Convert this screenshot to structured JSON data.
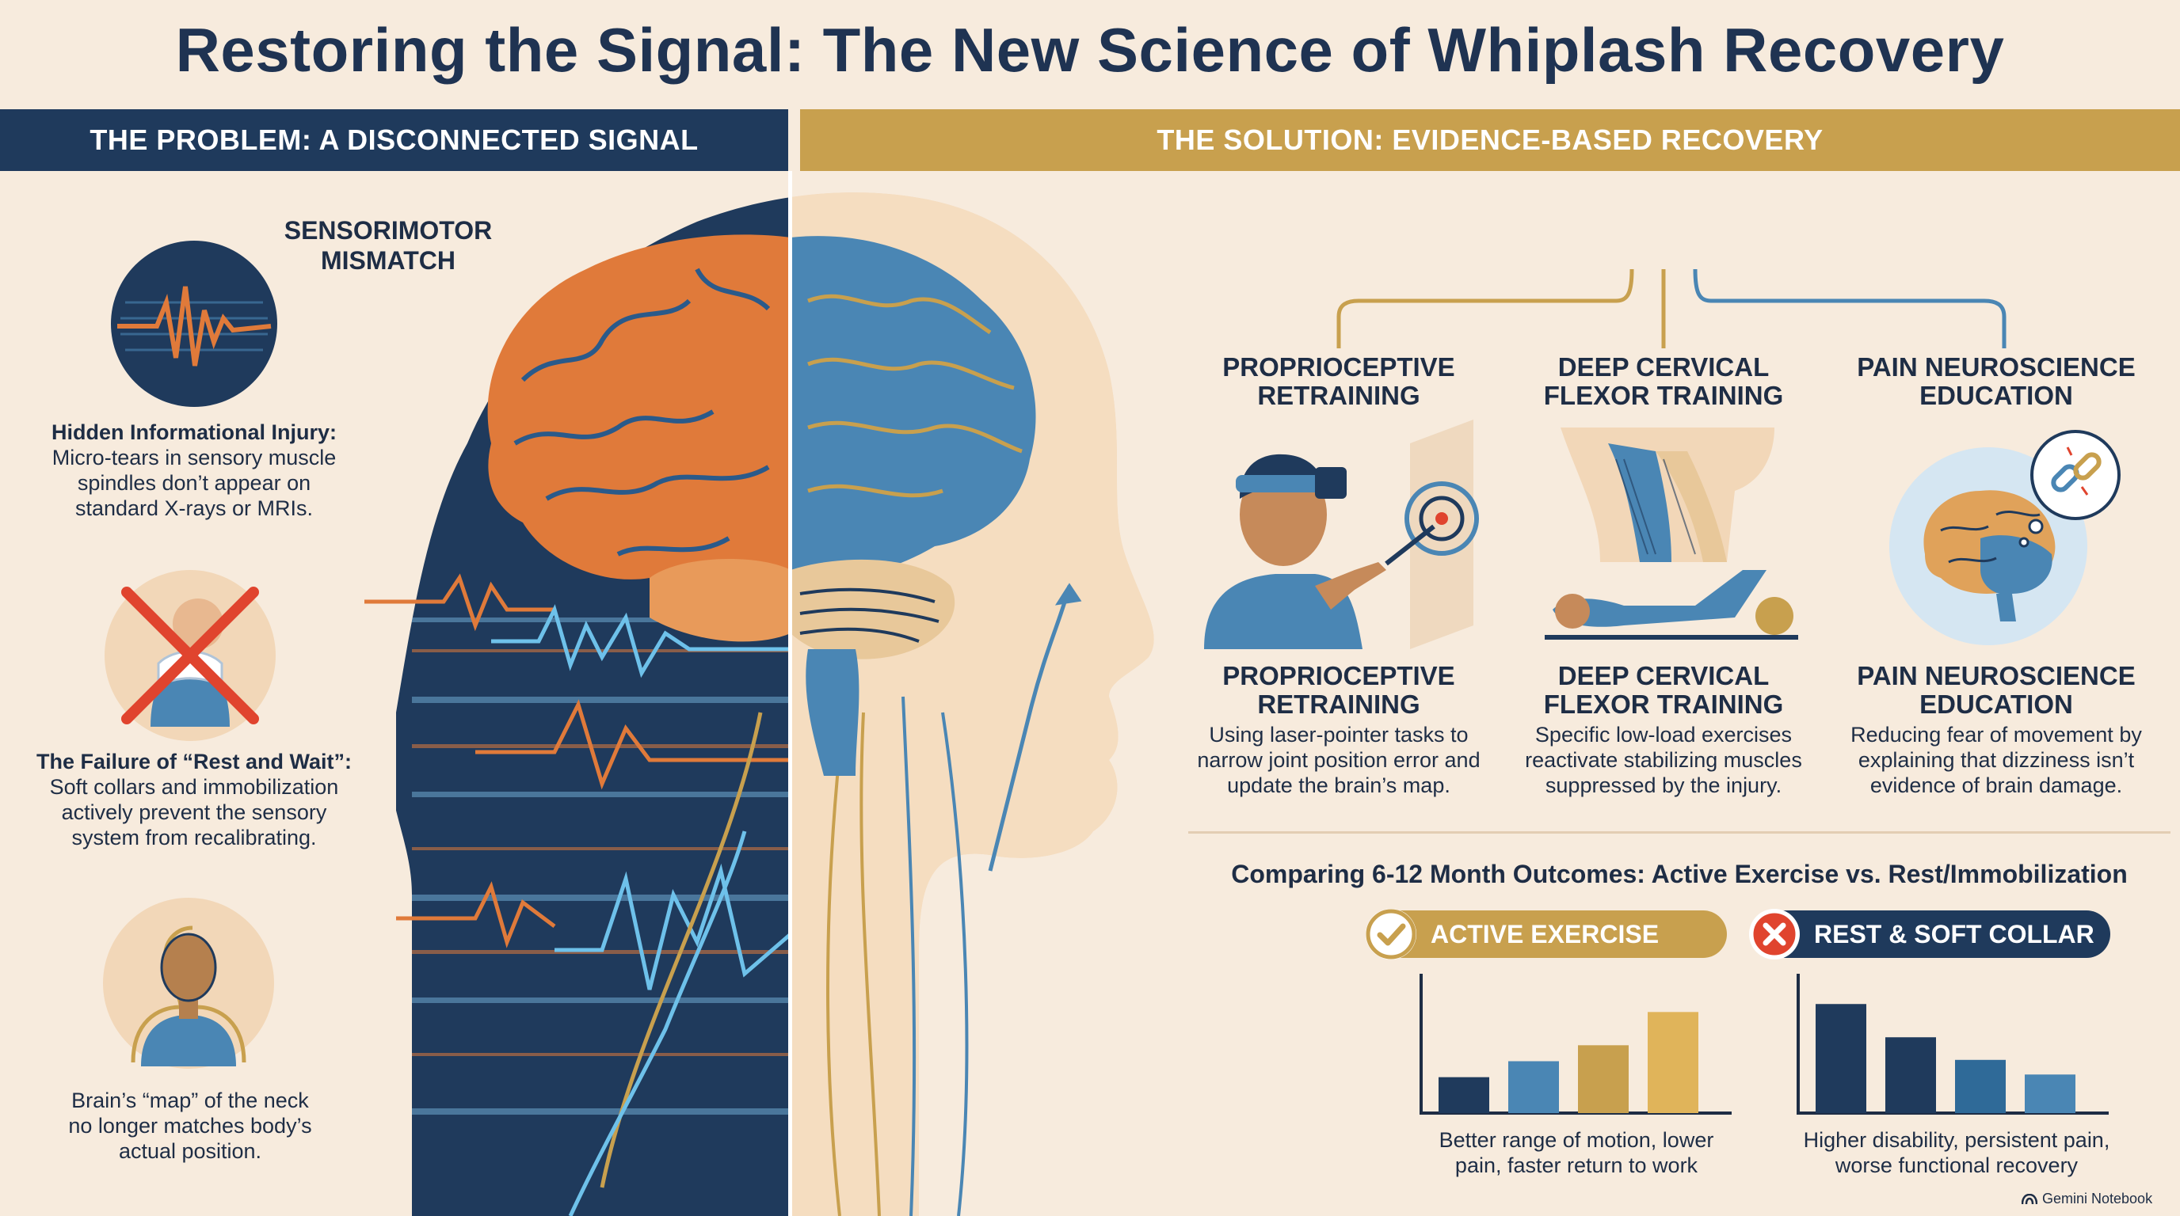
{
  "title": "Restoring the Signal: The New Science of Whiplash Recovery",
  "problem": {
    "header": "THE PROBLEM: A DISCONNECTED SIGNAL",
    "mismatch_label_line1": "SENSORIMOTOR",
    "mismatch_label_line2": "MISMATCH",
    "items": [
      {
        "bold": "Hidden Informational Injury:",
        "lines": [
          "Micro-tears in sensory muscle",
          "spindles don’t appear on",
          "standard X-rays or MRIs."
        ],
        "icon": "signal-wave-icon"
      },
      {
        "bold": "The Failure of “Rest and Wait”:",
        "lines": [
          "Soft collars and immobilization",
          "actively prevent the sensory",
          "system from recalibrating."
        ],
        "icon": "crossed-neck-collar-icon"
      },
      {
        "bold": "",
        "lines": [
          "Brain’s “map” of the neck",
          "no longer matches body’s",
          "actual position."
        ],
        "icon": "mismatched-body-map-icon"
      }
    ]
  },
  "solution": {
    "header": "THE SOLUTION: EVIDENCE-BASED RECOVERY",
    "columns": [
      {
        "head_line1": "PROPRIOCEPTIVE",
        "head_line2": "RETRAINING",
        "sub_line1": "PROPRIOCEPTIVE",
        "sub_line2": "RETRAINING",
        "desc": [
          "Using laser-pointer tasks to",
          "narrow joint position error and",
          "update the brain’s map."
        ],
        "icon": "laser-pointer-target-icon"
      },
      {
        "head_line1": "DEEP CERVICAL",
        "head_line2": "FLEXOR TRAINING",
        "sub_line1": "DEEP CERVICAL",
        "sub_line2": "FLEXOR TRAINING",
        "desc": [
          "Specific low-load exercises",
          "reactivate stabilizing muscles",
          "suppressed by the injury."
        ],
        "icon": "neck-muscle-exercise-icon"
      },
      {
        "head_line1": "PAIN NEUROSCIENCE",
        "head_line2": "EDUCATION",
        "sub_line1": "PAIN NEUROSCIENCE",
        "sub_line2": "EDUCATION",
        "desc": [
          "Reducing fear of movement by",
          "explaining that dizziness isn’t",
          "evidence of brain damage."
        ],
        "icon": "brain-broken-chain-icon"
      }
    ],
    "compare_title": "Comparing 6-12 Month Outcomes: Active Exercise vs. Rest/Immobilization",
    "active": {
      "label": "ACTIVE EXERCISE",
      "caption": [
        "Better range of motion, lower",
        "pain, faster return to work"
      ]
    },
    "rest": {
      "label": "REST & SOFT COLLAR",
      "caption": [
        "Higher disability, persistent pain,",
        "worse functional recovery"
      ]
    }
  },
  "logo": "Gemini Notebook",
  "colors": {
    "navy": "#1f3a5c",
    "gold": "#c8a04e",
    "orange": "#e07a3a",
    "blue": "#4a86b4",
    "cream": "#f7ebdd",
    "red": "#e0442e"
  },
  "chart_data": [
    {
      "type": "bar",
      "title": "ACTIVE EXERCISE",
      "values": [
        0.27,
        0.39,
        0.51,
        0.76
      ]
    },
    {
      "type": "bar",
      "title": "REST & SOFT COLLAR",
      "values": [
        0.82,
        0.57,
        0.4,
        0.29
      ]
    }
  ]
}
